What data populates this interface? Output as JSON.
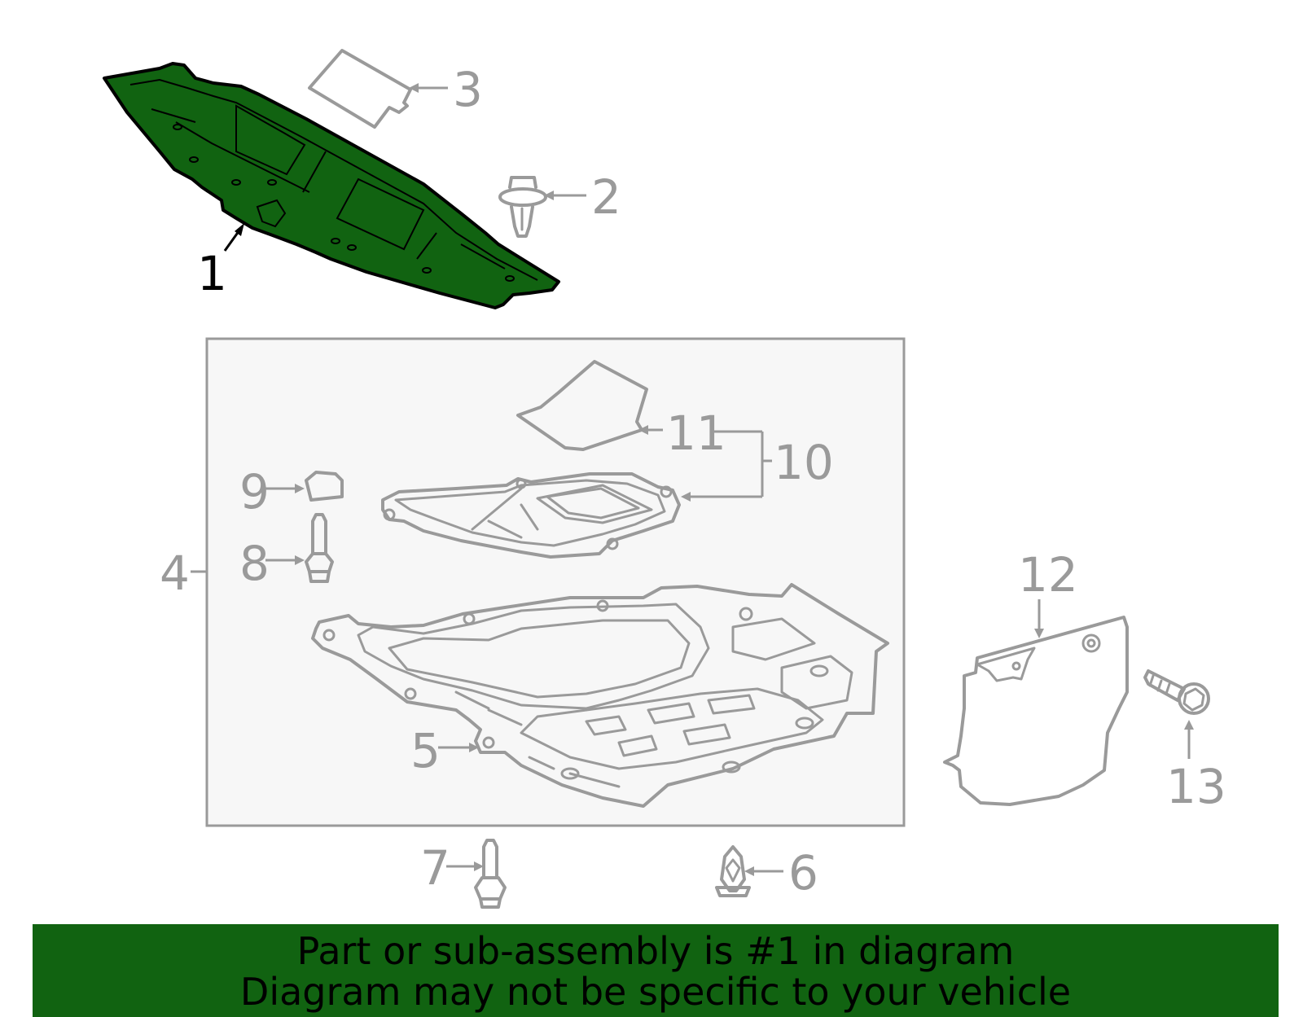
{
  "callouts": {
    "c1": "1",
    "c2": "2",
    "c3": "3",
    "c4": "4",
    "c5": "5",
    "c6": "6",
    "c7": "7",
    "c8": "8",
    "c9": "9",
    "c10": "10",
    "c11": "11",
    "c12": "12",
    "c13": "13"
  },
  "highlight_color": "#116311",
  "highlighted_part": "1",
  "banner": {
    "line1": "Part or sub-assembly is #1 in diagram",
    "line2": "Diagram may not be specific to your vehicle"
  }
}
